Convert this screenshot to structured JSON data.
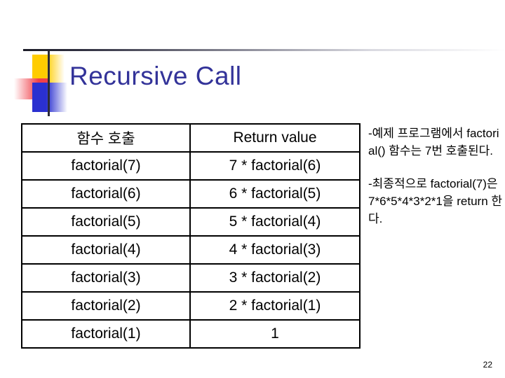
{
  "slide": {
    "title": "Recursive Call",
    "page_number": "22",
    "title_color": "#333399",
    "background_color": "#ffffff",
    "logo": {
      "square_yellow_color": "#ffcc00",
      "square_red_color": "#f0404a",
      "square_blue_color": "#2a30d0",
      "rule_color": "#2b2b38"
    }
  },
  "table": {
    "headers": [
      "함수 호출",
      "Return value"
    ],
    "rows": [
      {
        "call": "factorial(7)",
        "ret": "7 * factorial(6)"
      },
      {
        "call": "factorial(6)",
        "ret": "6 * factorial(5)"
      },
      {
        "call": "factorial(5)",
        "ret": "5 * factorial(4)"
      },
      {
        "call": "factorial(4)",
        "ret": "4 * factorial(3)"
      },
      {
        "call": "factorial(3)",
        "ret": "3 * factorial(2)"
      },
      {
        "call": "factorial(2)",
        "ret": "2 * factorial(1)"
      },
      {
        "call": "factorial(1)",
        "ret": "1"
      }
    ]
  },
  "notes": [
    "-예제 프로그램에서 factorial() 함수는 7번 호출된다.",
    "-최종적으로 factorial(7)은 7*6*5*4*3*2*1을 return 한다."
  ]
}
